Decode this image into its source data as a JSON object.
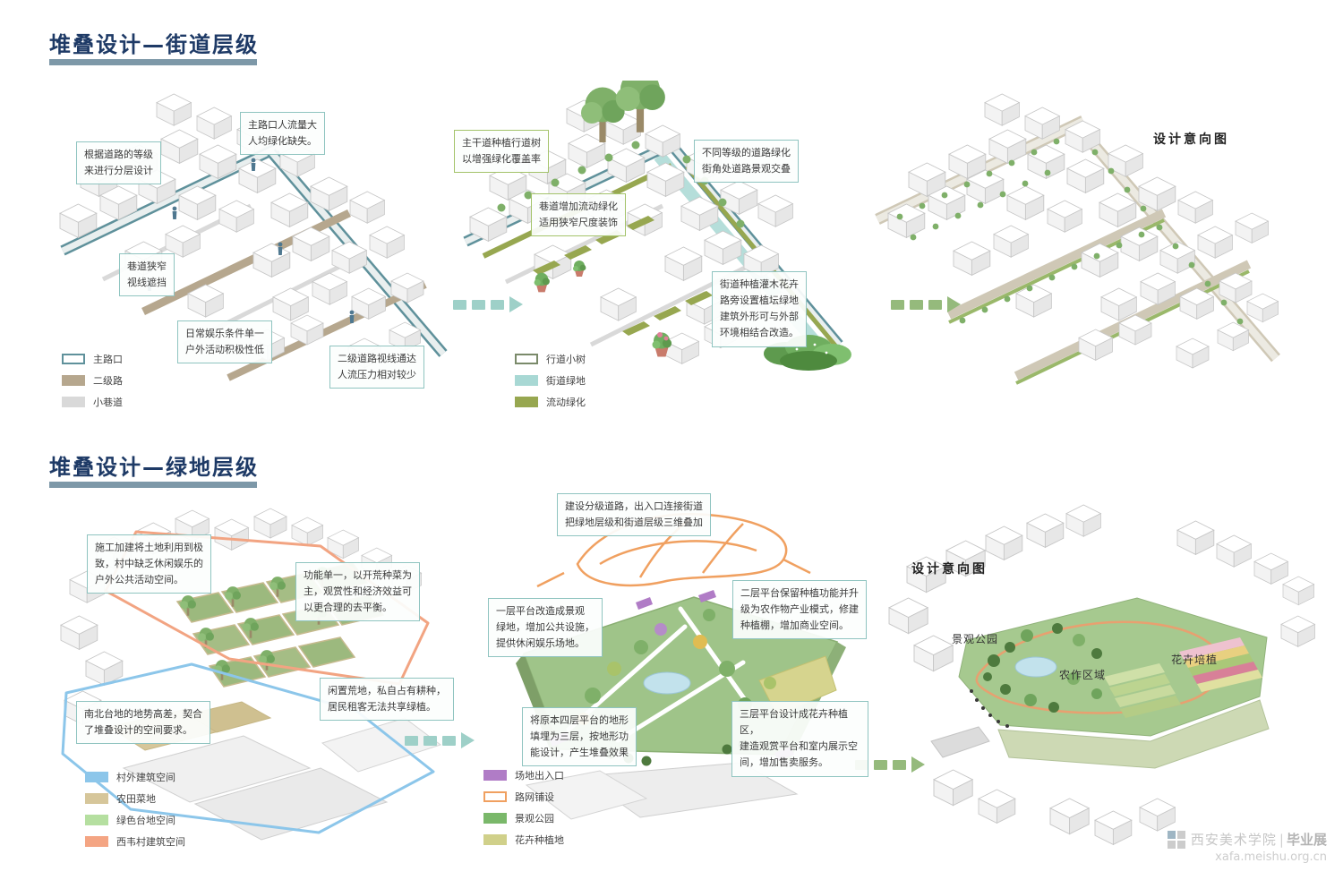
{
  "sections": {
    "street": {
      "title": "堆叠设计—街道层级",
      "intent_label": "设计意向图"
    },
    "green": {
      "title": "堆叠设计—绿地层级",
      "intent_label": "设计意向图"
    }
  },
  "street_existing": {
    "callouts": {
      "classification": "根据道路的等级\n来进行分层设计",
      "crossing": "主路口人流量大\n人均绿化缺失。",
      "alley": "巷道狭窄\n视线遮挡",
      "entertainment": "日常娱乐条件单一\n户外活动积极性低",
      "secondary": "二级道路视线通达\n人流压力相对较少"
    },
    "legend": [
      {
        "label": "主路口",
        "color": "#5f919b"
      },
      {
        "label": "二级路",
        "color": "#b6a78e"
      },
      {
        "label": "小巷道",
        "color": "#d9d9d9"
      }
    ]
  },
  "street_greening": {
    "callouts": {
      "trees": "主干道种植行道树\n以增强绿化覆盖率",
      "overlap": "不同等级的道路绿化\n街角处道路景观交叠",
      "mobile": "巷道增加流动绿化\n适用狭窄尺度装饰",
      "shrub": "街道种植灌木花卉\n路旁设置植坛绿地\n建筑外形可与外部\n环境相结合改造。"
    },
    "legend": [
      {
        "label": "行道小树",
        "color": "#ffffff"
      },
      {
        "label": "街道绿地",
        "color": "#a8d8d4"
      },
      {
        "label": "流动绿化",
        "color": "#97a750"
      }
    ]
  },
  "green_existing": {
    "callouts": {
      "overuse": "施工加建将土地利用到极\n致，村中缺乏休闲娱乐的\n户外公共活动空间。",
      "single_function": "功能单一，以开荒种菜为\n主，观赏性和经济效益可\n以更合理的去平衡。",
      "idle": "闲置荒地，私自占有耕种，\n居民租客无法共享绿植。",
      "terrain": "南北台地的地势高差，契合\n了堆叠设计的空间要求。"
    },
    "legend": [
      {
        "label": "村外建筑空间",
        "color": "#8cc6ea"
      },
      {
        "label": "农田菜地",
        "color": "#d6c69a"
      },
      {
        "label": "绿色台地空间",
        "color": "#b5dfa0"
      },
      {
        "label": "西韦村建筑空间",
        "color": "#f4a583"
      }
    ]
  },
  "green_design": {
    "callouts": {
      "graded_roads": "建设分级道路，出入口连接街道\n把绿地层级和街道层级三维叠加",
      "platform1": "一层平台改造成景观\n绿地，增加公共设施，\n提供休闲娱乐场地。",
      "platform2": "二层平台保留种植功能并升\n级为农作物产业模式，修建\n种植棚，增加商业空间。",
      "terrain_fill": "将原本四层平台的地形\n填埋为三层，按地形功\n能设计，产生堆叠效果",
      "platform3": "三层平台设计成花卉种植区，\n建造观赏平台和室内展示空\n间，增加售卖服务。"
    },
    "legend": [
      {
        "label": "场地出入口",
        "color": "#b07cc6"
      },
      {
        "label": "路网铺设",
        "color": "#f0a060"
      },
      {
        "label": "景观公园",
        "color": "#7ab86a"
      },
      {
        "label": "花卉种植地",
        "color": "#d0d08a"
      }
    ]
  },
  "green_intent": {
    "labels": {
      "park": "景观公园",
      "farm": "农作区域",
      "flower": "花卉培植"
    }
  },
  "watermark": {
    "school": "西安美术学院",
    "exhibition": "毕业展",
    "url": "xafa.meishu.org.cn"
  }
}
